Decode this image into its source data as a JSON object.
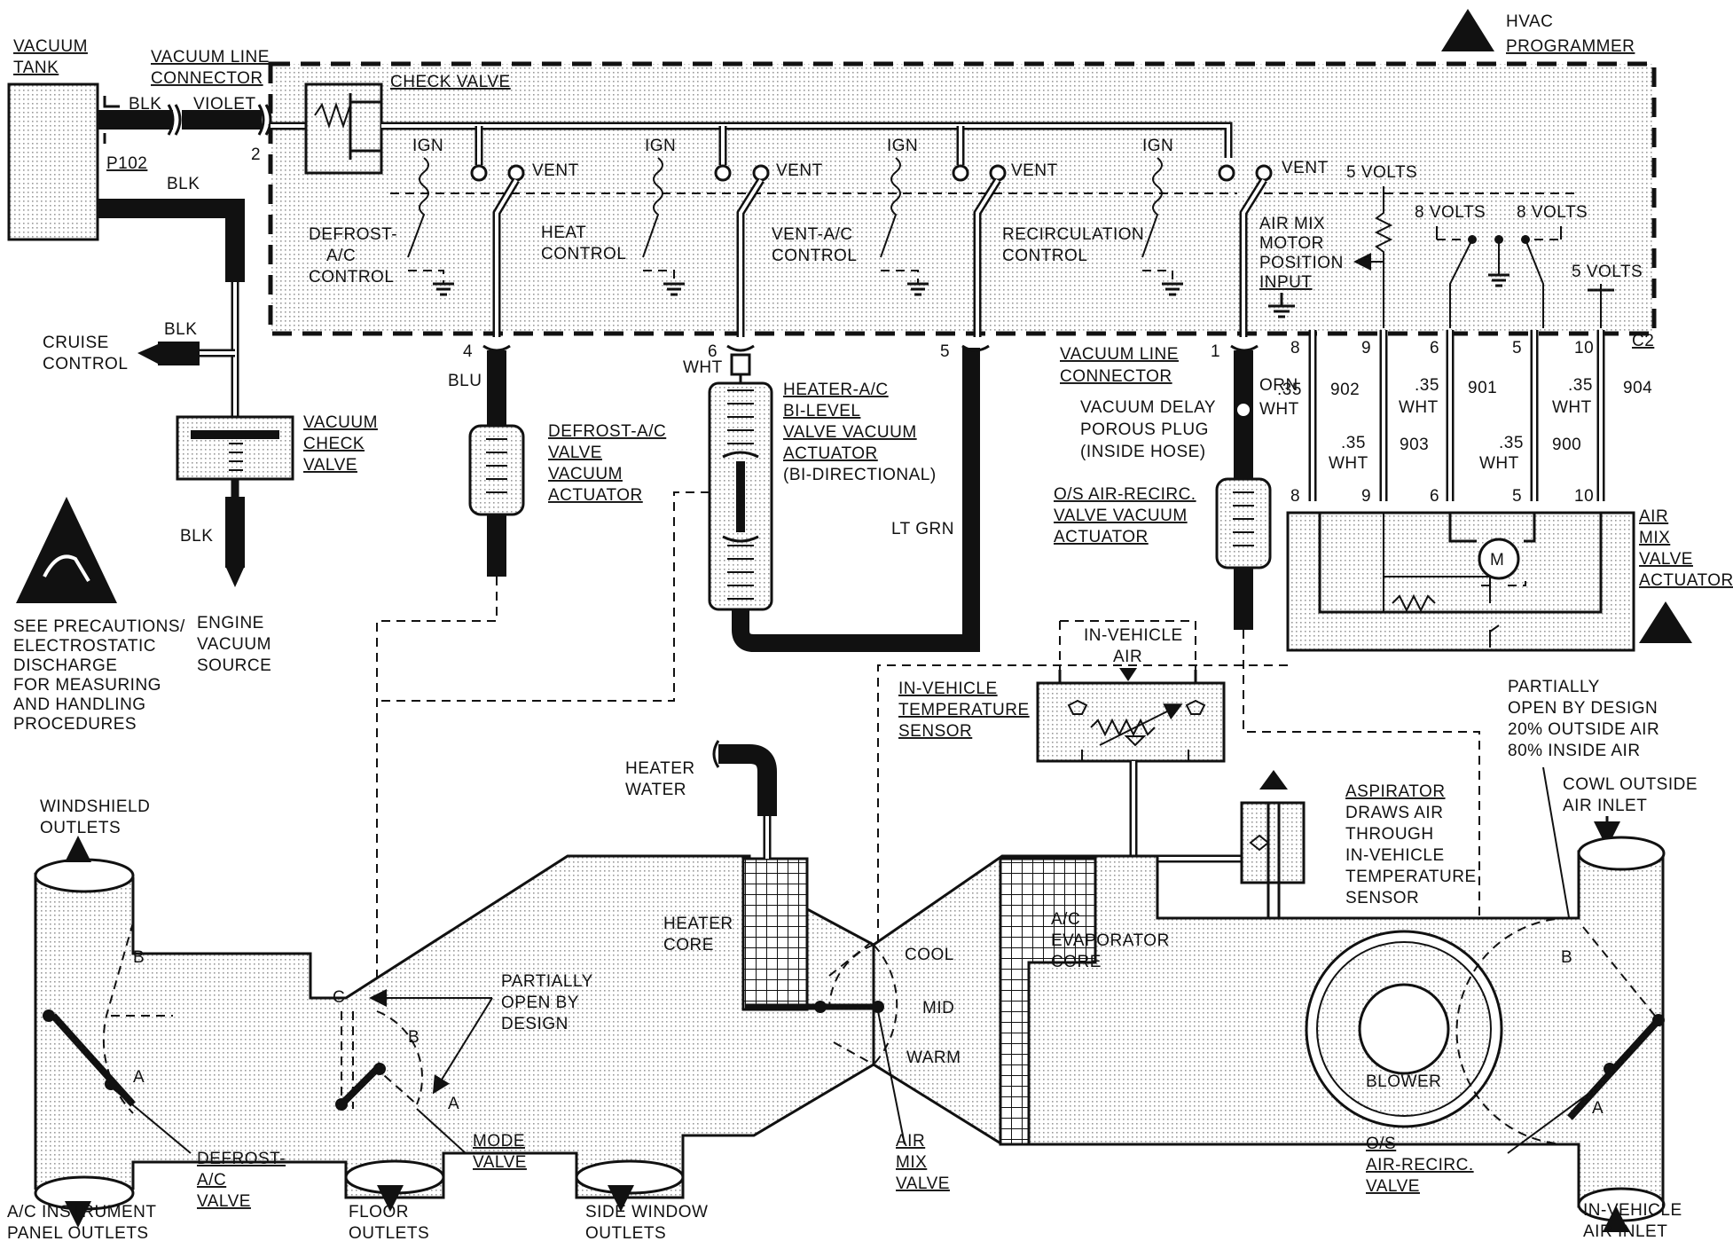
{
  "hvac_programmer": {
    "label_1": "HVAC",
    "label_2": "PROGRAMMER"
  },
  "vacuum_tank": {
    "label_1": "VACUUM",
    "label_2": "TANK"
  },
  "vacuum_line_connector_top": {
    "label_1": "VACUUM LINE",
    "label_2": "CONNECTOR"
  },
  "wires": {
    "blk": "BLK",
    "violet": "VIOLET",
    "p102": "P102",
    "pin_2": "2"
  },
  "check_valve": {
    "label": "CHECK VALVE"
  },
  "switches": [
    {
      "ign": "IGN",
      "vent": "VENT",
      "name_1": "DEFROST-",
      "name_2": "A/C",
      "name_3": "CONTROL"
    },
    {
      "ign": "IGN",
      "vent": "VENT",
      "name_1": "HEAT",
      "name_2": "CONTROL",
      "name_3": ""
    },
    {
      "ign": "IGN",
      "vent": "VENT",
      "name_1": "VENT-A/C",
      "name_2": "CONTROL",
      "name_3": ""
    },
    {
      "ign": "IGN",
      "vent": "VENT",
      "name_1": "RECIRCULATION",
      "name_2": "CONTROL",
      "name_3": ""
    }
  ],
  "air_mix_motor": {
    "label_1": "AIR MIX",
    "label_2": "MOTOR",
    "label_3": "POSITION",
    "label_4": "INPUT",
    "v5_a": "5 VOLTS",
    "v8_a": "8 VOLTS",
    "v8_b": "8 VOLTS",
    "v5_b": "5 VOLTS",
    "c2": "C2"
  },
  "connector_pins": [
    {
      "top": "8",
      "bottom": "8"
    },
    {
      "top": "9",
      "bottom": "9"
    },
    {
      "top": "6",
      "bottom": "6"
    },
    {
      "top": "5",
      "bottom": "5"
    },
    {
      "top": "10",
      "bottom": "10"
    }
  ],
  "harness_wires": {
    "w1_gauge": ".35",
    "w1_color": "WHT",
    "w1_circuit": "902",
    "w2_gauge": ".35",
    "w2_color": "WHT",
    "w2_circuit": "903",
    "w3_gauge": ".35",
    "w3_color": "WHT",
    "w3_circuit": "901",
    "w4_gauge": ".35",
    "w4_color": "WHT",
    "w4_circuit": "900",
    "w5_gauge": ".35",
    "w5_color": "WHT",
    "w5_circuit": "904"
  },
  "cruise_control": {
    "label_1": "CRUISE",
    "label_2": "CONTROL",
    "wire": "BLK"
  },
  "vacuum_check_valve": {
    "label_1": "VACUUM",
    "label_2": "CHECK",
    "label_3": "VALVE",
    "wire": "BLK"
  },
  "engine_vacuum": {
    "label_1": "ENGINE",
    "label_2": "VACUUM",
    "label_3": "SOURCE"
  },
  "precautions": {
    "line_1": "SEE PRECAUTIONS/",
    "line_2": "ELECTROSTATIC",
    "line_3": "DISCHARGE",
    "line_4": "FOR MEASURING",
    "line_5": "AND HANDLING",
    "line_6": "PROCEDURES"
  },
  "ports": {
    "p4": "4",
    "p6": "6",
    "p5": "5",
    "p1": "1",
    "blu": "BLU",
    "wht": "WHT",
    "lt_grn": "LT GRN",
    "orn": "ORN"
  },
  "defrost_actuator": {
    "label_1": "DEFROST-A/C",
    "label_2": "VALVE",
    "label_3": "VACUUM",
    "label_4": "ACTUATOR"
  },
  "heater_actuator": {
    "label_1": "HEATER-A/C",
    "label_2": "BI-LEVEL",
    "label_3": "VALVE VACUUM",
    "label_4": "ACTUATOR",
    "label_5": "(BI-DIRECTIONAL)"
  },
  "vacuum_line_connector_mid": {
    "label_1": "VACUUM LINE",
    "label_2": "CONNECTOR"
  },
  "vacuum_delay": {
    "label_1": "VACUUM DELAY",
    "label_2": "POROUS PLUG",
    "label_3": "(INSIDE HOSE)"
  },
  "os_actuator": {
    "label_1": "O/S AIR-RECIRC.",
    "label_2": "VALVE VACUUM",
    "label_3": "ACTUATOR"
  },
  "air_mix_actuator": {
    "label_1": "AIR",
    "label_2": "MIX",
    "label_3": "VALVE",
    "label_4": "ACTUATOR",
    "motor": "M"
  },
  "in_vehicle_air": {
    "label_1": "IN-VEHICLE",
    "label_2": "AIR"
  },
  "temp_sensor": {
    "label_1": "IN-VEHICLE",
    "label_2": "TEMPERATURE",
    "label_3": "SENSOR"
  },
  "partially_open_right": {
    "line_1": "PARTIALLY",
    "line_2": "OPEN BY DESIGN",
    "line_3": "20% OUTSIDE AIR",
    "line_4": "80% INSIDE AIR"
  },
  "cowl_inlet": {
    "label_1": "COWL OUTSIDE",
    "label_2": "AIR INLET"
  },
  "aspirator": {
    "label_1": "ASPIRATOR",
    "label_2": "DRAWS AIR",
    "label_3": "THROUGH",
    "label_4": "IN-VEHICLE",
    "label_5": "TEMPERATURE",
    "label_6": "SENSOR"
  },
  "heater_water": {
    "label_1": "HEATER",
    "label_2": "WATER"
  },
  "heater_core": {
    "label_1": "HEATER",
    "label_2": "CORE"
  },
  "evaporator_core": {
    "label_1": "A/C",
    "label_2": "EVAPORATOR",
    "label_3": "CORE"
  },
  "air_mix_positions": {
    "cool": "COOL",
    "mid": "MID",
    "warm": "WARM"
  },
  "blower": {
    "label": "BLOWER"
  },
  "windshield_outlets": {
    "label_1": "WINDSHIELD",
    "label_2": "OUTLETS"
  },
  "partially_open_mid": {
    "line_1": "PARTIALLY",
    "line_2": "OPEN BY",
    "line_3": "DESIGN"
  },
  "valve_marks": {
    "a": "A",
    "b": "B",
    "c": "C"
  },
  "defrost_valve": {
    "label_1": "DEFROST-",
    "label_2": "A/C",
    "label_3": "VALVE"
  },
  "mode_valve": {
    "label_1": "MODE",
    "label_2": "VALVE"
  },
  "air_mix_valve": {
    "label_1": "AIR",
    "label_2": "MIX",
    "label_3": "VALVE"
  },
  "os_valve": {
    "label_1": "O/S",
    "label_2": "AIR-RECIRC.",
    "label_3": "VALVE"
  },
  "bottom_outlets": {
    "ac_panel_1": "A/C INSTRUMENT",
    "ac_panel_2": "PANEL OUTLETS",
    "floor_1": "FLOOR",
    "floor_2": "OUTLETS",
    "side_1": "SIDE WINDOW",
    "side_2": "OUTLETS",
    "inlet_1": "IN-VEHICLE",
    "inlet_2": "AIR INLET"
  }
}
